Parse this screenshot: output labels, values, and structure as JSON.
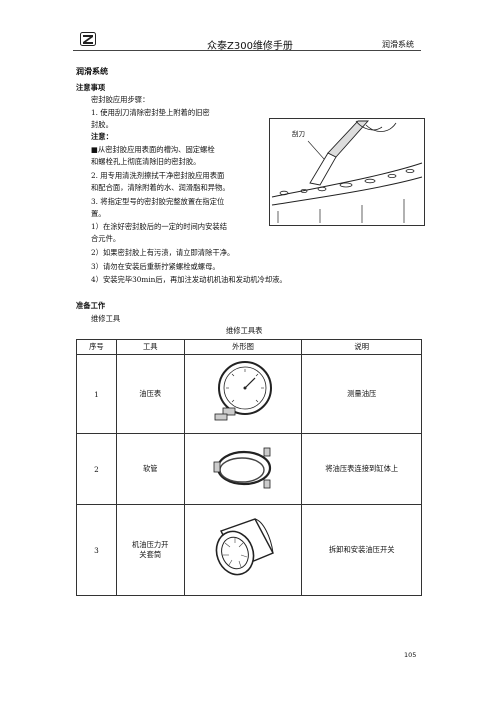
{
  "header": {
    "title": "众泰Z300维修手册",
    "section": "润滑系统"
  },
  "content": {
    "heading": "润滑系统",
    "notes_heading": "注意事项",
    "intro": "密封胶应用步骤：",
    "step1_a": "1. 使用刮刀清除密封垫上附着的旧密",
    "step1_b": "封胶。",
    "note_label": "注意：",
    "bullet_a": "■从密封胶应用表面的槽沟、固定螺栓",
    "bullet_b": "和螺栓孔上彻底清除旧的密封胶。",
    "step2_a": "2. 用专用清洗剂擦拭干净密封胶应用表面",
    "step2_b": "和配合面，清除附着的水、润滑脂和异物。",
    "step3_a": "3. 将指定型号的密封胶完整放置在指定位",
    "step3_b": "置。",
    "sub1_a": "1）在涂好密封胶后的一定的时间内安装结",
    "sub1_b": "合元件。",
    "sub2": "2）如果密封胶上有污渍，请立即清除干净。",
    "sub3": "3）请勿在安装后重新拧紧螺栓或螺母。",
    "sub4": "4）安装完毕30min后，再加注发动机机油和发动机冷却液。",
    "figure_label": "刮刀",
    "prep_heading": "准备工作",
    "tools_label": "维修工具"
  },
  "table": {
    "caption": "维修工具表",
    "headers": [
      "序号",
      "工具",
      "外形图",
      "说明"
    ],
    "rows": [
      {
        "no": "1",
        "tool": "油压表",
        "tool2": "",
        "desc": "测量油压"
      },
      {
        "no": "2",
        "tool": "软管",
        "tool2": "",
        "desc": "将油压表连接到缸体上"
      },
      {
        "no": "3",
        "tool": "机油压力开",
        "tool2": "关套筒",
        "desc": "拆卸和安装油压开关"
      }
    ]
  },
  "footer": {
    "page_number": "105"
  }
}
